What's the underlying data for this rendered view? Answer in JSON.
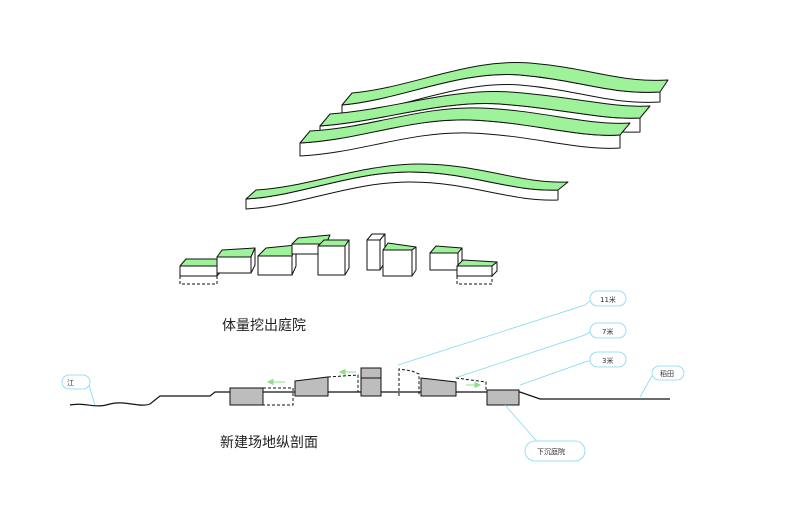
{
  "captions": {
    "massing_title": "体量挖出庭院",
    "section_title": "新建场地纵剖面"
  },
  "callouts": {
    "river": "江",
    "rice_field": "稻田",
    "level_11": "11米",
    "level_7": "7米",
    "level_3": "3米",
    "sunken_courtyard": "下沉庭院"
  },
  "colors": {
    "roof_green": "#9df29a",
    "callout_blue": "#7fd8f2",
    "arrow_green": "#8ee08a",
    "section_fill": "#bdbdbd",
    "line": "#111111"
  }
}
